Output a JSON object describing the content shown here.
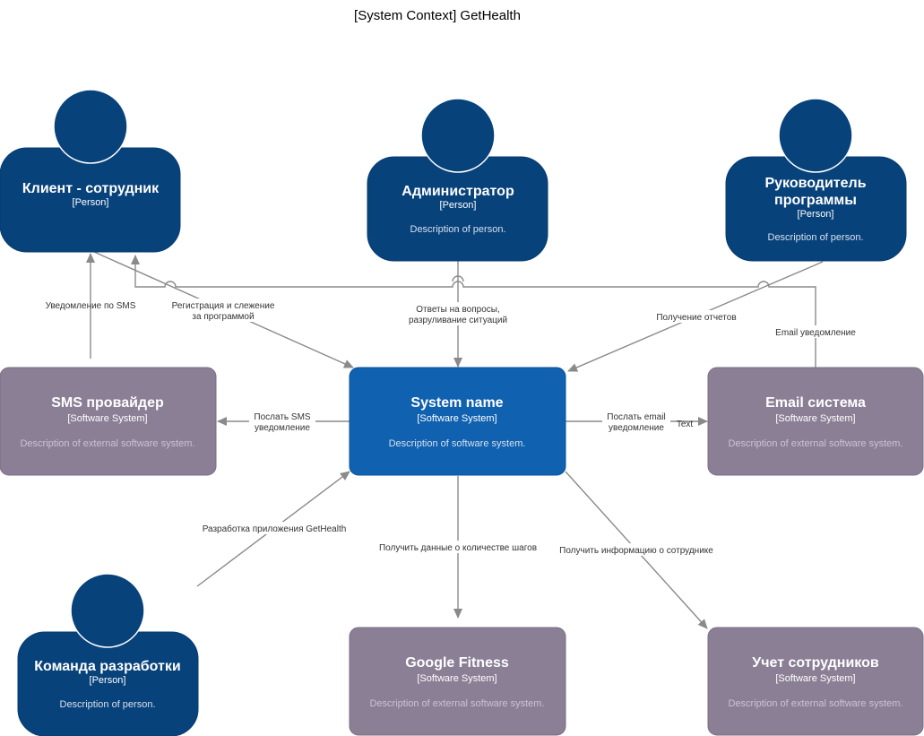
{
  "title": "[System Context] GetHealth",
  "colors": {
    "person": "#08427b",
    "internal_system": "#1061b0",
    "external_system": "#8b7f96",
    "external_desc": "#c9c3d1",
    "person_desc": "#d6e0ec",
    "edge": "#8a8a8a"
  },
  "nodes": {
    "client": {
      "name": "Клиент - сотрудник",
      "type": "[Person]"
    },
    "admin": {
      "name": "Администратор",
      "type": "[Person]",
      "desc": "Description of person."
    },
    "manager": {
      "name_line1": "Руководитель",
      "name_line2": "программы",
      "type": "[Person]",
      "desc": "Description of person."
    },
    "sms": {
      "name": "SMS провайдер",
      "type": "[Software System]",
      "desc": "Description of external software system."
    },
    "system": {
      "name": "System name",
      "type": "[Software System]",
      "desc": "Description of software system."
    },
    "email": {
      "name": "Email система",
      "type": "[Software System]",
      "desc": "Description of external software system."
    },
    "devteam": {
      "name": "Команда разработки",
      "type": "[Person]",
      "desc": "Description of person."
    },
    "google": {
      "name": "Google Fitness",
      "type": "[Software System]",
      "desc": "Description of external software system."
    },
    "hr": {
      "name": "Учет сотрудников",
      "type": "[Software System]",
      "desc": "Description of external software system."
    }
  },
  "edges": {
    "sms_notify": "Уведомление по SMS",
    "register_line1": "Регистрация и слежение",
    "register_line2": "за программой",
    "answers_line1": "Ответы на вопросы,",
    "answers_line2": "разруливание ситуаций",
    "reports": "Получение отчетов",
    "email_notify": "Email уведомление",
    "send_sms_line1": "Послать SMS",
    "send_sms_line2": "уведомление",
    "send_email_line1": "Послать email",
    "send_email_line2": "уведомление",
    "text_label": "Text",
    "dev": "Разработка приложения GetHealth",
    "steps": "Получить данные о количестве шагов",
    "employee_info": "Получить информацию о сотруднике"
  }
}
